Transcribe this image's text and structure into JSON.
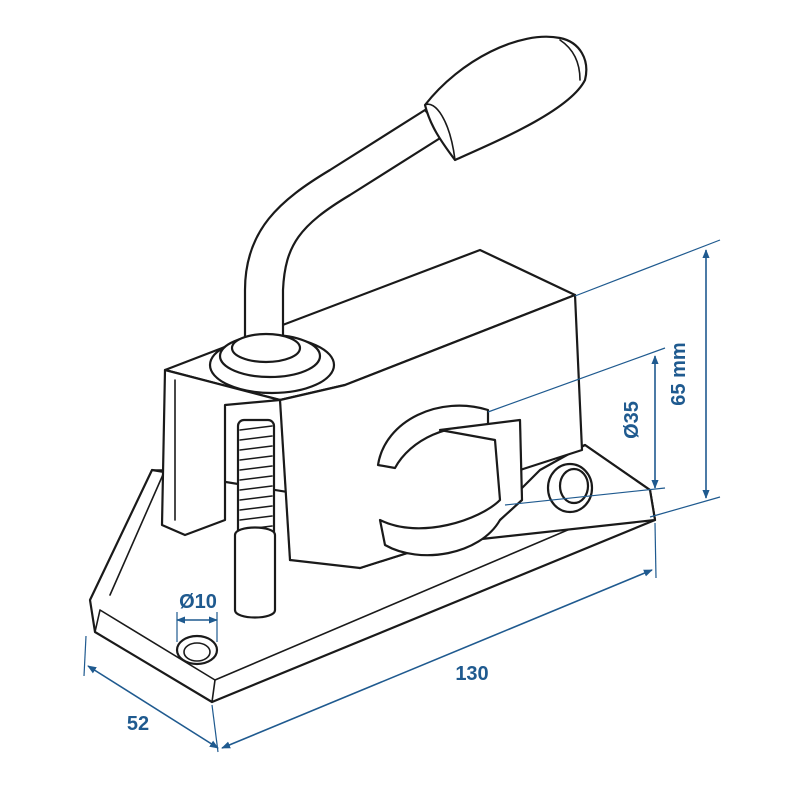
{
  "colors": {
    "dimension": "#1f5a8f",
    "outline": "#1a1a1a",
    "fill": "#ffffff"
  },
  "dimensions": {
    "height": "65 mm",
    "clamp_diameter": "Ø35",
    "bolt_hole": "Ø10",
    "length": "130",
    "width": "52"
  }
}
